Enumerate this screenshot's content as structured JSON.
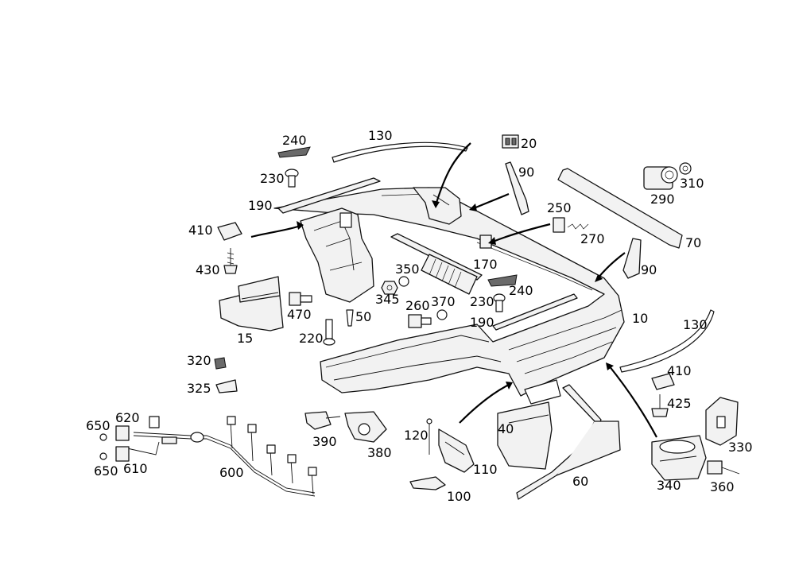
{
  "diagram": {
    "callouts": {
      "c10": "10",
      "c15": "15",
      "c20": "20",
      "c40": "40",
      "c50": "50",
      "c60": "60",
      "c70": "70",
      "c90a": "90",
      "c90b": "90",
      "c100": "100",
      "c110": "110",
      "c120": "120",
      "c130a": "130",
      "c130b": "130",
      "c170": "170",
      "c190a": "190",
      "c190b": "190",
      "c220": "220",
      "c230a": "230",
      "c230b": "230",
      "c240a": "240",
      "c240b": "240",
      "c250": "250",
      "c260": "260",
      "c270": "270",
      "c290": "290",
      "c310": "310",
      "c320": "320",
      "c325": "325",
      "c330": "330",
      "c340": "340",
      "c345": "345",
      "c350": "350",
      "c360": "360",
      "c370": "370",
      "c380": "380",
      "c390": "390",
      "c410a": "410",
      "c410b": "410",
      "c425": "425",
      "c430": "430",
      "c470": "470",
      "c600": "600",
      "c610": "610",
      "c620": "620",
      "c650a": "650",
      "c650b": "650"
    }
  }
}
